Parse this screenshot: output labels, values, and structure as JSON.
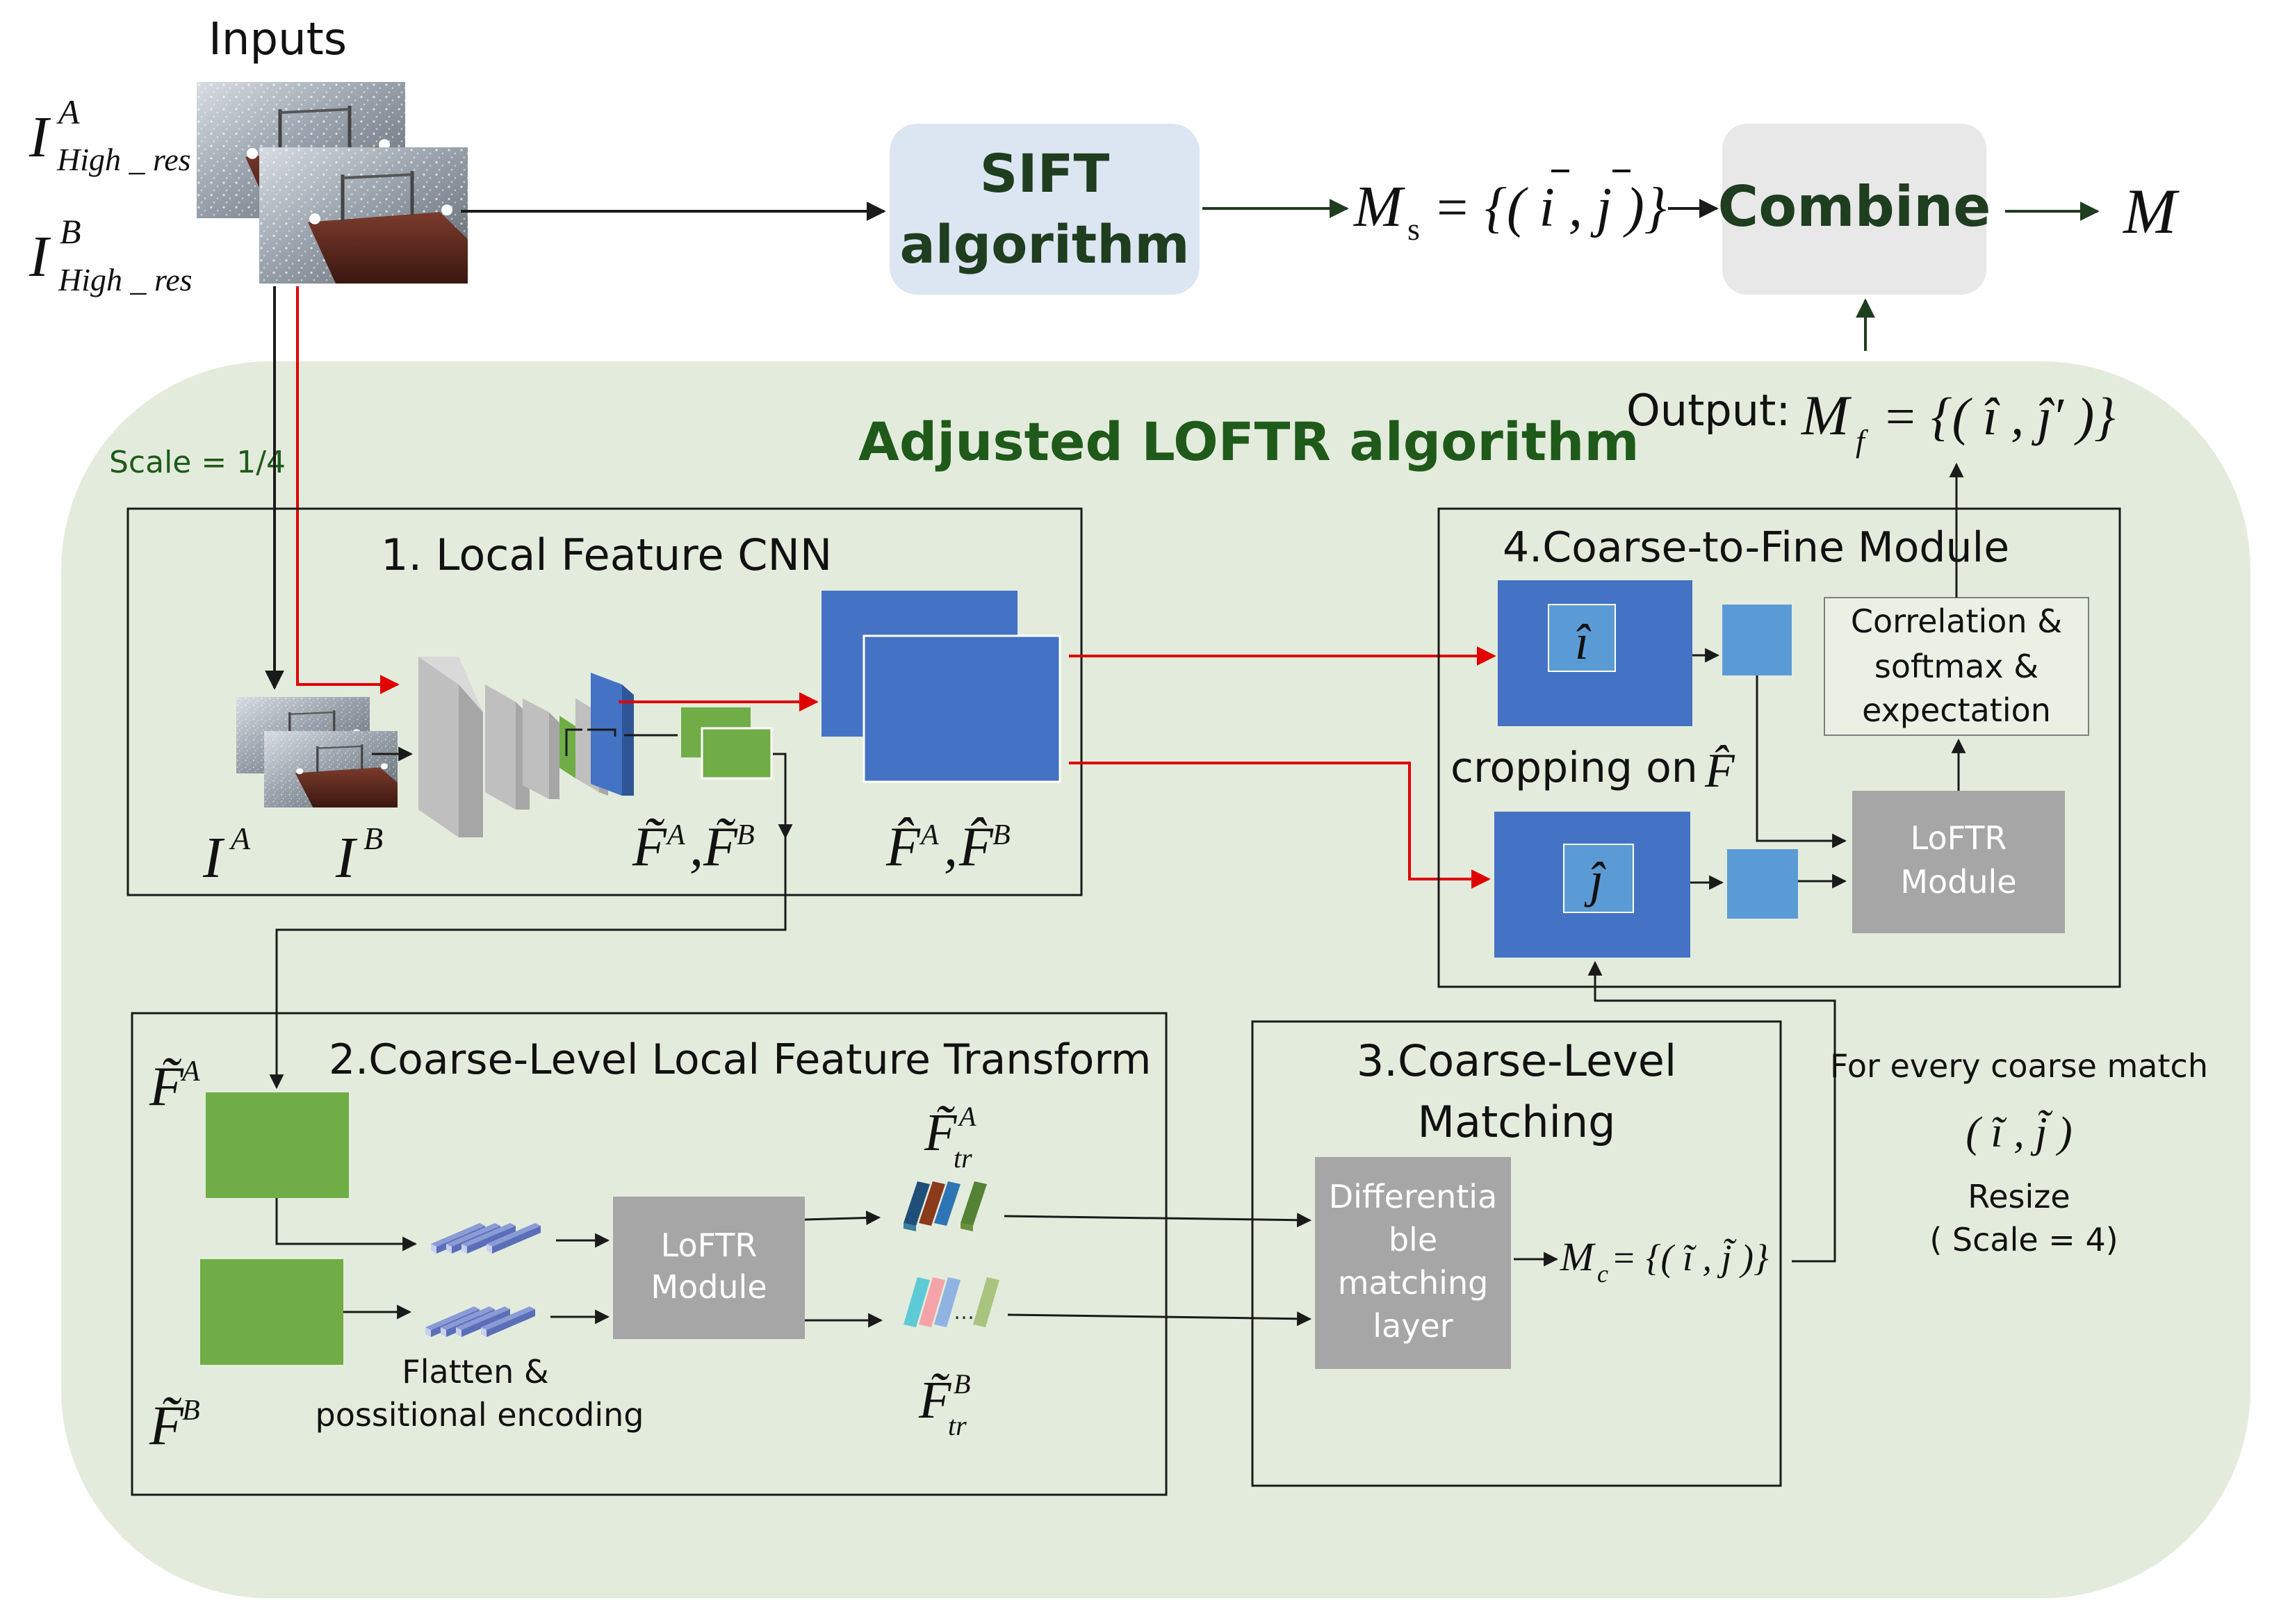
{
  "colors": {
    "loftr_bg": "#e3ecdc",
    "loftr_title": "#1f5a1a",
    "sift_box": "#dce6f2",
    "combine_box": "#e8e8e8",
    "feature_blue": "#4472c4",
    "patch_blue": "#5b9bd5",
    "feature_green": "#70ad47",
    "layer_gray": "#bfbfbf",
    "module_gray": "#a6a6a6",
    "arrow_dark": "#1f3d1f",
    "arrow_red": "#e00000"
  },
  "icons": {
    "input_photo": "photo-thumbnail-icon",
    "flatten_bars": "feature-vector-bars-icon"
  },
  "top": {
    "inputs_label": "Inputs",
    "img_a": {
      "base": "I",
      "sup": "A",
      "sub": "High _ res"
    },
    "img_b": {
      "base": "I",
      "sup": "B",
      "sub": "High _ res"
    },
    "sift": {
      "line1": "SIFT",
      "line2": "algorithm"
    },
    "ms": {
      "lhs": "M",
      "sub": "s",
      "rhs": "= {( i , j )}"
    },
    "combine": "Combine",
    "output_m": "M"
  },
  "loftr": {
    "title": "Adjusted LOFTR algorithm",
    "scale_label": "Scale = 1/4",
    "output": {
      "label": "Output:",
      "lhs": "M",
      "sub": "f",
      "rhs": "= {( î , ĵ′ )}"
    },
    "cnn": {
      "title": "1. Local Feature CNN",
      "ia": {
        "base": "I",
        "sup": "A"
      },
      "ib": {
        "base": "I",
        "sup": "B"
      },
      "coarse": {
        "a": "F̃",
        "a_sup": "A",
        "b": "F̃",
        "b_sup": "B"
      },
      "fine": {
        "a": "F̂",
        "a_sup": "A",
        "b": "F̂",
        "b_sup": "B"
      }
    },
    "transform": {
      "title": "2.Coarse-Level Local Feature Transform",
      "fa": {
        "base": "F̃",
        "sup": "A"
      },
      "fb": {
        "base": "F̃",
        "sup": "B"
      },
      "module": {
        "line1": "LoFTR",
        "line2": "Module"
      },
      "flatten": {
        "line1": "Flatten &",
        "line2": "possitional encoding"
      },
      "ftr_a": {
        "base": "F̃",
        "sup": "A",
        "sub": "tr"
      },
      "ftr_b": {
        "base": "F̃",
        "sup": "B",
        "sub": "tr"
      }
    },
    "matching": {
      "title_line1": "3.Coarse-Level",
      "title_line2": "Matching",
      "layer": {
        "line1": "Differentia",
        "line2": "ble",
        "line3": "matching",
        "line4": "layer"
      },
      "mc": {
        "lhs": "M",
        "sub": "c",
        "rhs": "= {( ĩ , j̃ )}"
      }
    },
    "coarse_match": {
      "line1": "For every coarse match",
      "pair": "( ĩ , j̃ )",
      "line3": "Resize",
      "line4": "( Scale = 4)"
    },
    "fine_module": {
      "title": "4.Coarse-to-Fine Module",
      "i_hat": "î",
      "j_hat": "ĵ",
      "cropping": "cropping on",
      "cropping_sym": "F̂",
      "corr": {
        "line1": "Correlation &",
        "line2": "softmax &",
        "line3": "expectation"
      },
      "module": {
        "line1": "LoFTR",
        "line2": "Module"
      }
    }
  }
}
